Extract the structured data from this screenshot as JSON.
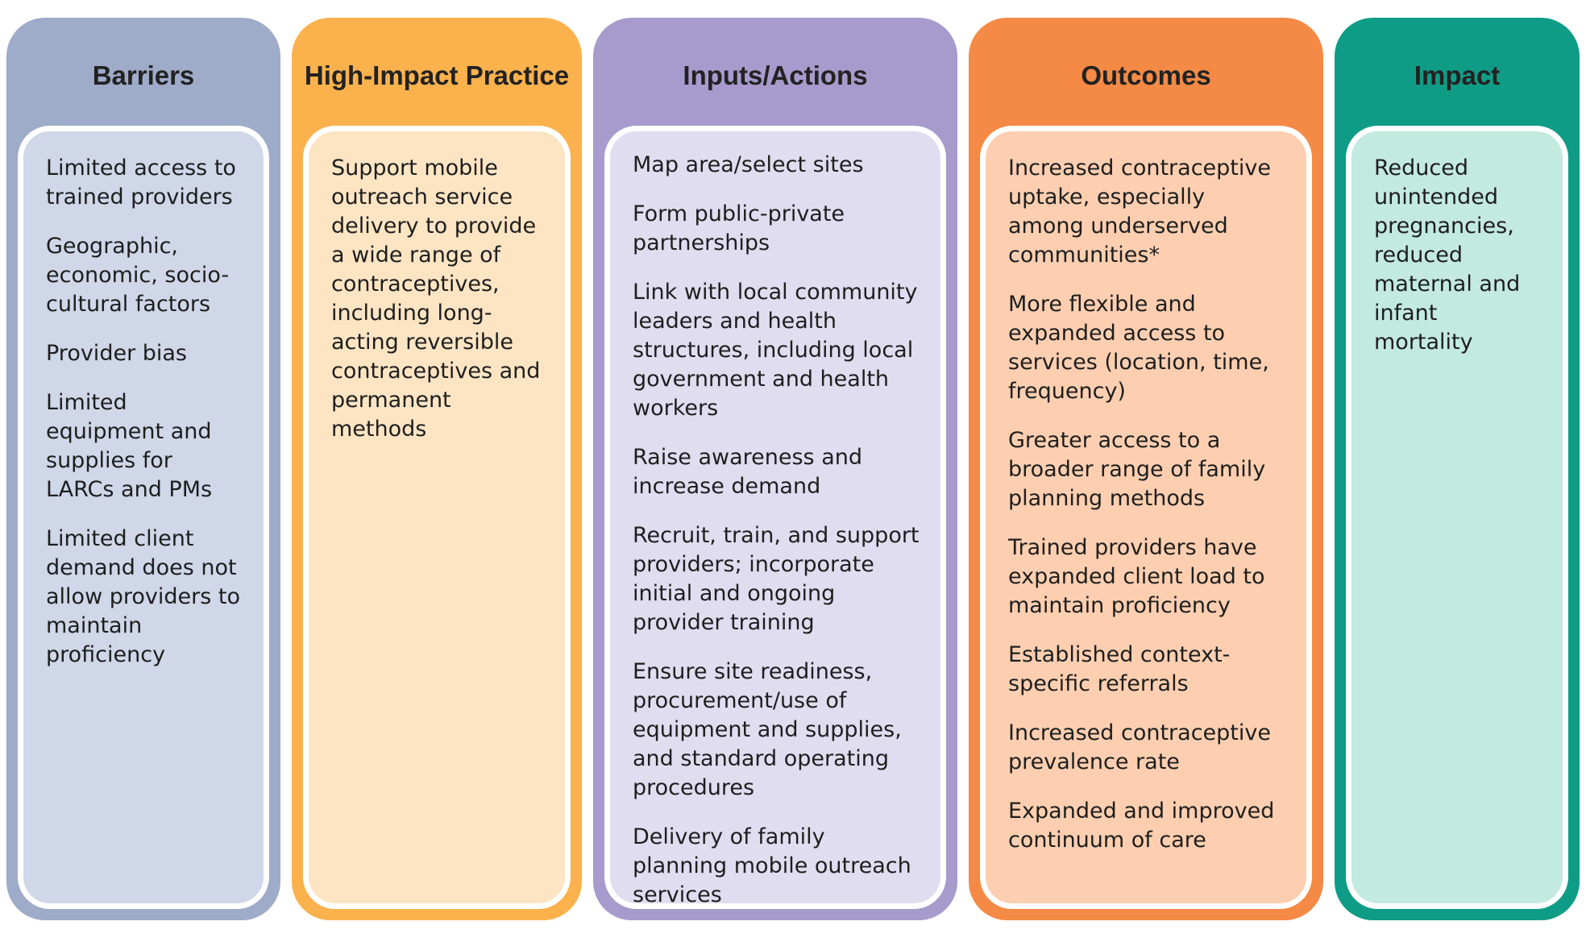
{
  "columns": {
    "barriers": {
      "title": "Barriers",
      "items": [
        "Limited access to trained providers",
        "Geographic, economic, socio-cultural factors",
        "Provider bias",
        "Limited equipment and supplies for LARCs and PMs",
        "Limited client demand does not allow providers to maintain proficiency"
      ]
    },
    "high_impact_practice": {
      "title": "High-Impact Practice",
      "items": [
        "Support mobile outreach service delivery to provide a wide range of contraceptives, including long-acting reversible contraceptives and permanent methods"
      ]
    },
    "inputs_actions": {
      "title": "Inputs/Actions",
      "items": [
        "Map area/select sites",
        "Form public-private partnerships",
        "Link with local community leaders and health structures, including local government and health workers",
        "Raise awareness and increase demand",
        "Recruit, train, and support providers; incorporate initial and ongoing provider training",
        "Ensure site readiness, procurement/use of equipment and supplies, and standard operating procedures",
        "Delivery of family planning mobile outreach services"
      ]
    },
    "outcomes": {
      "title": "Outcomes",
      "items": [
        "Increased contraceptive uptake, especially among underserved communities*",
        "More flexible and expanded access to services (location, time, frequency)",
        "Greater access to a broader range of family planning methods",
        "Trained providers have expanded client load to maintain proficiency",
        "Established context-specific referrals",
        "Increased contraceptive prevalence rate",
        "Expanded and improved continuum of care"
      ]
    },
    "impact": {
      "title": "Impact",
      "items": [
        "Reduced unintended pregnancies, reduced maternal and infant mortality"
      ]
    }
  },
  "colors": {
    "barriers_frame": "#9eabc9",
    "barriers_panel": "#cfd7e8",
    "hip_frame": "#fbb24d",
    "hip_panel": "#fde5c4",
    "inputs_frame": "#a79bcd",
    "inputs_panel": "#e1ddf0",
    "outcomes_frame": "#f48a45",
    "outcomes_panel": "#fdcfb0",
    "impact_frame": "#0f9c86",
    "impact_panel": "#c3eadf"
  }
}
